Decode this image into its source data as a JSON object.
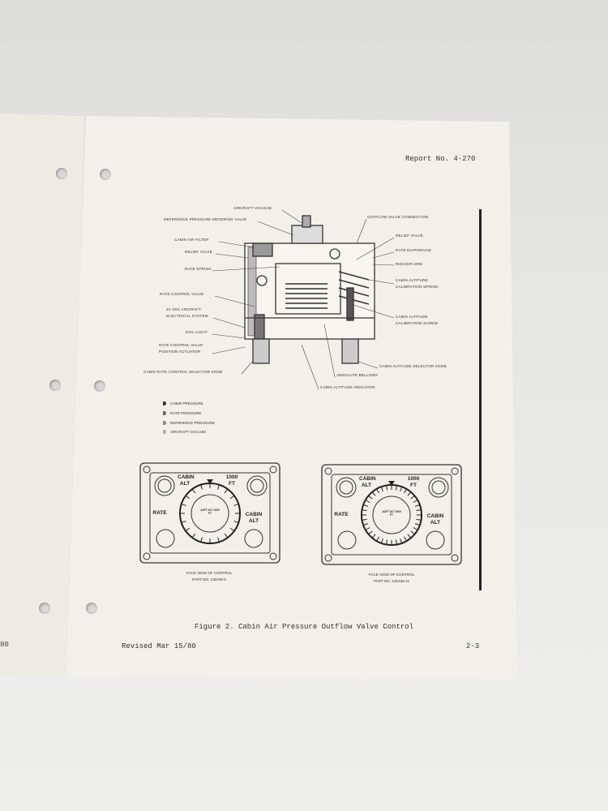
{
  "header": {
    "report_no": "Report No. 4-270"
  },
  "diagram": {
    "labels_left": [
      {
        "id": "aircraft-vacuum",
        "text": "AIRCRAFT VACUUM"
      },
      {
        "id": "reference-pressure-metering-valve",
        "text": "REFERENCE PRESSURE METERING VALVE"
      },
      {
        "id": "cabin-air-filter",
        "text": "CABIN AIR FILTER"
      },
      {
        "id": "relief-valve-left",
        "text": "RELIEF VALVE"
      },
      {
        "id": "rate-spring",
        "text": "RATE SPRING"
      },
      {
        "id": "rate-control-valve",
        "text": "RATE CONTROL VALVE"
      },
      {
        "id": "electrical-system",
        "text": "24 VDC AIRCRAFT",
        "text2": "ELECTRICAL SYSTEM"
      },
      {
        "id": "dial-light",
        "text": "DIAL LIGHT"
      },
      {
        "id": "rate-control-valve-actuator",
        "text": "RATE CONTROL VALVE",
        "text2": "POSITION ACTUATOR"
      },
      {
        "id": "cabin-rate-control-selector-knob",
        "text": "CABIN RATE CONTROL SELECTOR KNOB"
      }
    ],
    "labels_right": [
      {
        "id": "outflow-valve-connection",
        "text": "OUTFLOW VALVE CONNECTION"
      },
      {
        "id": "relief-valve-right",
        "text": "RELIEF VALVE"
      },
      {
        "id": "rate-diaphragm",
        "text": "RATE DIAPHRAGM"
      },
      {
        "id": "rocker-arm",
        "text": "ROCKER ARM"
      },
      {
        "id": "calibration-spring",
        "text": "CABIN ALTITUDE",
        "text2": "CALIBRATION SPRING"
      },
      {
        "id": "calibration-screw",
        "text": "CABIN ALTITUDE",
        "text2": "CALIBRATION SCREW"
      },
      {
        "id": "cabin-altitude-selector-knob",
        "text": "CABIN ALTITUDE SELECTOR KNOB"
      },
      {
        "id": "absolute-bellows",
        "text": "ABSOLUTE BELLOWS"
      },
      {
        "id": "cabin-altitude-indicator",
        "text": "CABIN ALTITUDE INDICATOR"
      }
    ],
    "legend": [
      "CABIN PRESSURE",
      "RATE PRESSURE",
      "REFERENCE PRESSURE",
      "AIRCRAFT VACUUM"
    ]
  },
  "panels": [
    {
      "cabin_alt": "CABIN ALT",
      "units": "1000 FT",
      "rate": "RATE",
      "cabin_alt2": "CABIN ALT",
      "dial_center": "ACFT ALT 1000 FT",
      "caption1": "FACE VIEW OF CONTROL",
      "caption2": "PART NO. 130346-6"
    },
    {
      "cabin_alt": "CABIN ALT",
      "units": "1000 FT",
      "rate": "RATE",
      "cabin_alt2": "CABIN ALT",
      "dial_center": "ACFT ALT 1000 FT",
      "caption1": "FACE VIEW OF CONTROL",
      "caption2": "PART NO. 130346-11"
    }
  ],
  "figure_caption": "Figure 2.  Cabin Air Pressure Outflow Valve Control",
  "footer": {
    "revised": "Revised Mar 15/80",
    "page": "2-3",
    "left_page_fragment": "80"
  }
}
